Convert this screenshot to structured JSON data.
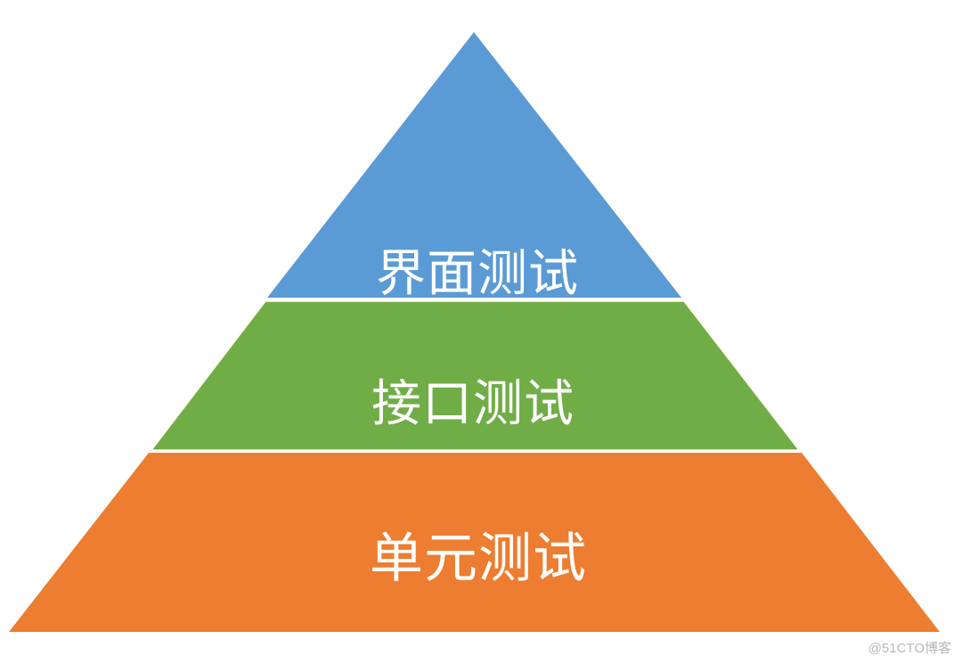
{
  "diagram": {
    "type": "pyramid",
    "layers": [
      {
        "label": "界面测试",
        "color": "#5b9bd5"
      },
      {
        "label": "接口测试",
        "color": "#70ad47"
      },
      {
        "label": "单元测试",
        "color": "#ed7d31"
      }
    ],
    "separator_color": "#fffbe6"
  },
  "watermark": "@51CTO博客"
}
